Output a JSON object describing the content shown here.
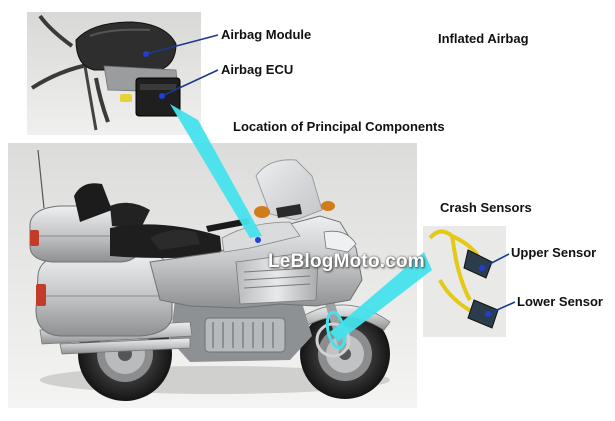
{
  "labels": {
    "airbag_module": "Airbag Module",
    "airbag_ecu": "Airbag ECU",
    "inflated_airbag": "Inflated Airbag",
    "location_title": "Location of Principal Components",
    "crash_sensors": "Crash Sensors",
    "upper_sensor": "Upper Sensor",
    "lower_sensor": "Lower Sensor"
  },
  "watermark": "LeBlogMoto.com",
  "colors": {
    "callout": "#45e2ec",
    "pointer_line": "#1a3a8c",
    "pointer_dot": "#1f3fd0",
    "motorcycle_body": "#c9cbcc",
    "background": "#ffffff"
  },
  "icons": [
    "airbag-module-photo",
    "crash-sensor-photo",
    "motorcycle-photo"
  ]
}
